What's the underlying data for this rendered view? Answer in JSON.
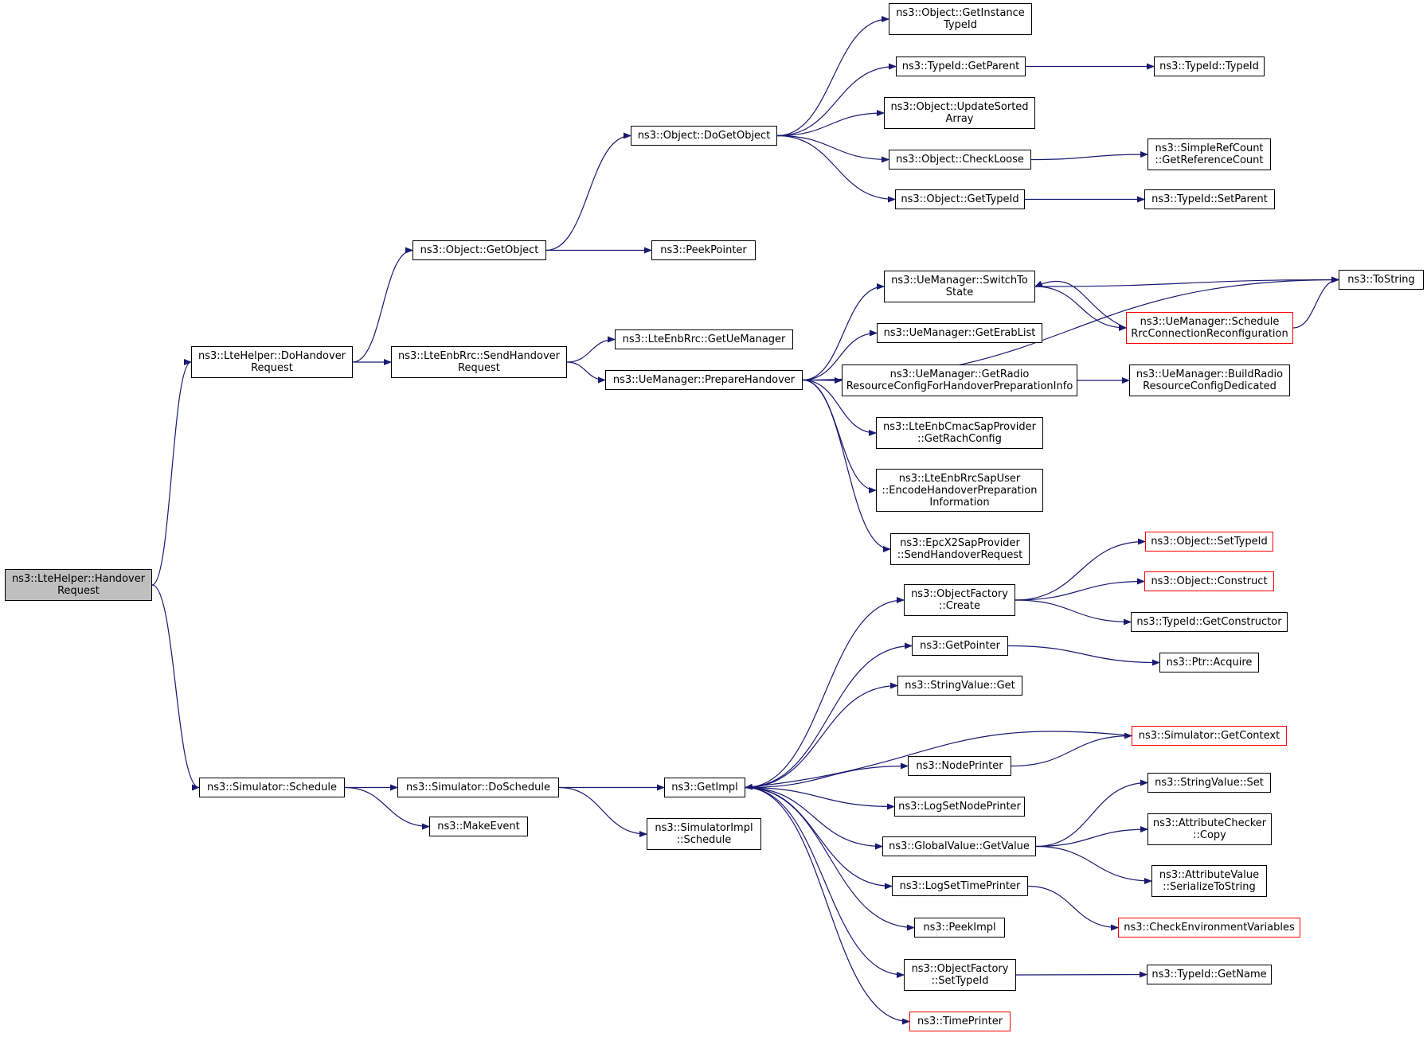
{
  "colors": {
    "edge": "#191970",
    "node_border": "#000000",
    "truncated_border": "#ff0000",
    "root_fill": "#bfbfbf"
  },
  "nodes": {
    "handover_request": {
      "lines": [
        "ns3::LteHelper::Handover",
        "Request"
      ]
    },
    "do_handover_request": {
      "lines": [
        "ns3::LteHelper::DoHandover",
        "Request"
      ]
    },
    "simulator_schedule": {
      "lines": [
        "ns3::Simulator::Schedule"
      ]
    },
    "object_getobject": {
      "lines": [
        "ns3::Object::GetObject"
      ]
    },
    "send_handover_request": {
      "lines": [
        "ns3::LteEnbRrc::SendHandover",
        "Request"
      ]
    },
    "simulator_doschedule": {
      "lines": [
        "ns3::Simulator::DoSchedule"
      ]
    },
    "make_event": {
      "lines": [
        "ns3::MakeEvent"
      ]
    },
    "object_dogetobject": {
      "lines": [
        "ns3::Object::DoGetObject"
      ]
    },
    "peek_pointer": {
      "lines": [
        "ns3::PeekPointer"
      ]
    },
    "get_uemanager": {
      "lines": [
        "ns3::LteEnbRrc::GetUeManager"
      ]
    },
    "prepare_handover": {
      "lines": [
        "ns3::UeManager::PrepareHandover"
      ]
    },
    "get_impl": {
      "lines": [
        "ns3::GetImpl"
      ]
    },
    "simulatorimpl_schedule": {
      "lines": [
        "ns3::SimulatorImpl",
        "::Schedule"
      ]
    },
    "get_instance_typeid": {
      "lines": [
        "ns3::Object::GetInstance",
        "TypeId"
      ]
    },
    "typeid_getparent": {
      "lines": [
        "ns3::TypeId::GetParent"
      ]
    },
    "update_sorted_array": {
      "lines": [
        "ns3::Object::UpdateSorted",
        "Array"
      ]
    },
    "check_loose": {
      "lines": [
        "ns3::Object::CheckLoose"
      ]
    },
    "object_gettypeid": {
      "lines": [
        "ns3::Object::GetTypeId"
      ]
    },
    "switch_to_state": {
      "lines": [
        "ns3::UeManager::SwitchTo",
        "State"
      ]
    },
    "get_erab_list": {
      "lines": [
        "ns3::UeManager::GetErabList"
      ]
    },
    "get_radio_resource": {
      "lines": [
        "ns3::UeManager::GetRadio",
        "ResourceConfigForHandoverPreparationInfo"
      ]
    },
    "get_rach_config": {
      "lines": [
        "ns3::LteEnbCmacSapProvider",
        "::GetRachConfig"
      ]
    },
    "encode_handover": {
      "lines": [
        "ns3::LteEnbRrcSapUser",
        "::EncodeHandoverPreparation",
        "Information"
      ]
    },
    "send_handover_x2": {
      "lines": [
        "ns3::EpcX2SapProvider",
        "::SendHandoverRequest"
      ]
    },
    "objectfactory_create": {
      "lines": [
        "ns3::ObjectFactory",
        "::Create"
      ]
    },
    "get_pointer": {
      "lines": [
        "ns3::GetPointer"
      ]
    },
    "stringvalue_get": {
      "lines": [
        "ns3::StringValue::Get"
      ]
    },
    "node_printer": {
      "lines": [
        "ns3::NodePrinter"
      ]
    },
    "log_set_node_printer": {
      "lines": [
        "ns3::LogSetNodePrinter"
      ]
    },
    "globalvalue_getvalue": {
      "lines": [
        "ns3::GlobalValue::GetValue"
      ]
    },
    "log_set_time_printer": {
      "lines": [
        "ns3::LogSetTimePrinter"
      ]
    },
    "peek_impl": {
      "lines": [
        "ns3::PeekImpl"
      ]
    },
    "objectfactory_settypeid": {
      "lines": [
        "ns3::ObjectFactory",
        "::SetTypeId"
      ]
    },
    "time_printer": {
      "lines": [
        "ns3::TimePrinter"
      ]
    },
    "typeid_typeid": {
      "lines": [
        "ns3::TypeId::TypeId"
      ]
    },
    "get_reference_count": {
      "lines": [
        "ns3::SimpleRefCount",
        "::GetReferenceCount"
      ]
    },
    "typeid_setparent": {
      "lines": [
        "ns3::TypeId::SetParent"
      ]
    },
    "to_string": {
      "lines": [
        "ns3::ToString"
      ]
    },
    "schedule_rrc_reconfig": {
      "lines": [
        "ns3::UeManager::Schedule",
        "RrcConnectionReconfiguration"
      ]
    },
    "build_radio_resource": {
      "lines": [
        "ns3::UeManager::BuildRadio",
        "ResourceConfigDedicated"
      ]
    },
    "object_settypeid": {
      "lines": [
        "ns3::Object::SetTypeId"
      ]
    },
    "object_construct": {
      "lines": [
        "ns3::Object::Construct"
      ]
    },
    "typeid_getconstructor": {
      "lines": [
        "ns3::TypeId::GetConstructor"
      ]
    },
    "ptr_acquire": {
      "lines": [
        "ns3::Ptr::Acquire"
      ]
    },
    "simulator_getcontext": {
      "lines": [
        "ns3::Simulator::GetContext"
      ]
    },
    "stringvalue_set": {
      "lines": [
        "ns3::StringValue::Set"
      ]
    },
    "attributechecker_copy": {
      "lines": [
        "ns3::AttributeChecker",
        "::Copy"
      ]
    },
    "serialize_to_string": {
      "lines": [
        "ns3::AttributeValue",
        "::SerializeToString"
      ]
    },
    "check_env_vars": {
      "lines": [
        "ns3::CheckEnvironmentVariables"
      ]
    },
    "typeid_getname": {
      "lines": [
        "ns3::TypeId::GetName"
      ]
    }
  },
  "edges": [
    [
      "handover_request",
      "do_handover_request"
    ],
    [
      "handover_request",
      "simulator_schedule"
    ],
    [
      "do_handover_request",
      "object_getobject"
    ],
    [
      "do_handover_request",
      "send_handover_request"
    ],
    [
      "object_getobject",
      "object_dogetobject"
    ],
    [
      "object_getobject",
      "peek_pointer"
    ],
    [
      "object_dogetobject",
      "get_instance_typeid"
    ],
    [
      "object_dogetobject",
      "typeid_getparent"
    ],
    [
      "object_dogetobject",
      "update_sorted_array"
    ],
    [
      "object_dogetobject",
      "check_loose"
    ],
    [
      "object_dogetobject",
      "object_gettypeid"
    ],
    [
      "typeid_getparent",
      "typeid_typeid"
    ],
    [
      "check_loose",
      "get_reference_count"
    ],
    [
      "object_gettypeid",
      "typeid_setparent"
    ],
    [
      "send_handover_request",
      "get_uemanager"
    ],
    [
      "send_handover_request",
      "prepare_handover"
    ],
    [
      "prepare_handover",
      "to_string"
    ],
    [
      "prepare_handover",
      "switch_to_state"
    ],
    [
      "prepare_handover",
      "get_erab_list"
    ],
    [
      "prepare_handover",
      "get_radio_resource"
    ],
    [
      "prepare_handover",
      "get_rach_config"
    ],
    [
      "prepare_handover",
      "encode_handover"
    ],
    [
      "prepare_handover",
      "send_handover_x2"
    ],
    [
      "switch_to_state",
      "to_string"
    ],
    [
      "switch_to_state",
      "schedule_rrc_reconfig"
    ],
    [
      "schedule_rrc_reconfig",
      "switch_to_state"
    ],
    [
      "schedule_rrc_reconfig",
      "to_string"
    ],
    [
      "get_radio_resource",
      "build_radio_resource"
    ],
    [
      "simulator_schedule",
      "simulator_doschedule"
    ],
    [
      "simulator_schedule",
      "make_event"
    ],
    [
      "simulator_doschedule",
      "get_impl"
    ],
    [
      "simulator_doschedule",
      "simulatorimpl_schedule"
    ],
    [
      "get_impl",
      "objectfactory_create"
    ],
    [
      "get_impl",
      "get_pointer"
    ],
    [
      "get_impl",
      "stringvalue_get"
    ],
    [
      "get_impl",
      "node_printer"
    ],
    [
      "get_impl",
      "log_set_node_printer"
    ],
    [
      "get_impl",
      "globalvalue_getvalue"
    ],
    [
      "get_impl",
      "log_set_time_printer"
    ],
    [
      "get_impl",
      "peek_impl"
    ],
    [
      "get_impl",
      "objectfactory_settypeid"
    ],
    [
      "get_impl",
      "time_printer"
    ],
    [
      "simulator_getcontext",
      "get_impl"
    ],
    [
      "objectfactory_create",
      "object_settypeid"
    ],
    [
      "objectfactory_create",
      "object_construct"
    ],
    [
      "objectfactory_create",
      "typeid_getconstructor"
    ],
    [
      "get_pointer",
      "ptr_acquire"
    ],
    [
      "node_printer",
      "simulator_getcontext"
    ],
    [
      "globalvalue_getvalue",
      "stringvalue_set"
    ],
    [
      "globalvalue_getvalue",
      "attributechecker_copy"
    ],
    [
      "globalvalue_getvalue",
      "serialize_to_string"
    ],
    [
      "log_set_time_printer",
      "check_env_vars"
    ],
    [
      "objectfactory_settypeid",
      "typeid_getname"
    ]
  ]
}
